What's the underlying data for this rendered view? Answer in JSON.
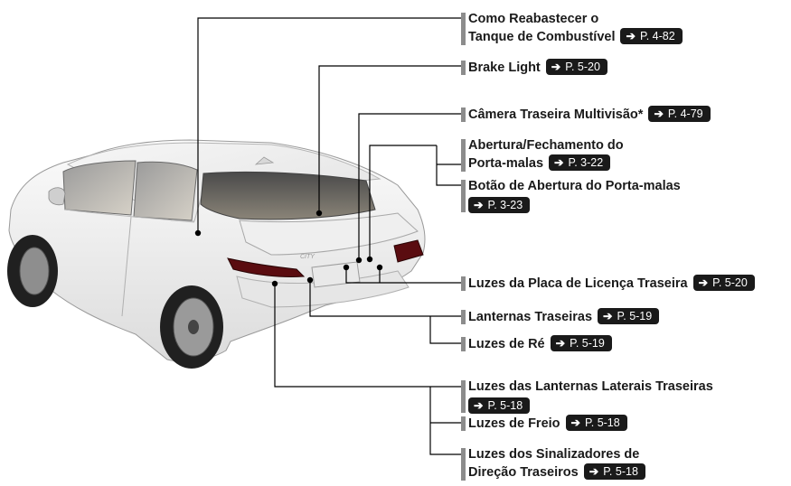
{
  "callouts": {
    "fuel": {
      "line1": "Como Reabastecer o",
      "line2": "Tanque de Combustível",
      "page": "P. 4-82"
    },
    "brake_light": {
      "label": "Brake Light",
      "page": "P. 5-20"
    },
    "camera": {
      "label": "Câmera Traseira Multivisão*",
      "page": "P. 4-79"
    },
    "trunk_open": {
      "line1": "Abertura/Fechamento do",
      "line2": "Porta-malas",
      "page": "P. 3-22"
    },
    "trunk_button": {
      "label": "Botão de Abertura do Porta-malas",
      "page": "P. 3-23"
    },
    "plate_lights": {
      "label": "Luzes da Placa de Licença Traseira",
      "page": "P. 5-20"
    },
    "tail_lights": {
      "label": "Lanternas Traseiras",
      "page": "P. 5-19"
    },
    "reverse_lights": {
      "label": "Luzes de Ré",
      "page": "P. 5-19"
    },
    "side_marker": {
      "label": "Luzes das Lanternas Laterais Traseiras",
      "page": "P. 5-18"
    },
    "brake_lights": {
      "label": "Luzes de Freio",
      "page": "P. 5-18"
    },
    "turn_signals": {
      "line1": "Luzes dos Sinalizadores de",
      "line2": "Direção Traseiros",
      "page": "P. 5-18"
    }
  },
  "car_badge": "CITY",
  "colors": {
    "ref_bg": "#1a1a1a",
    "tab": "#8c8c8c",
    "leader": "#000000"
  },
  "icons": {
    "ref_arrow": "arrow-right-icon"
  }
}
